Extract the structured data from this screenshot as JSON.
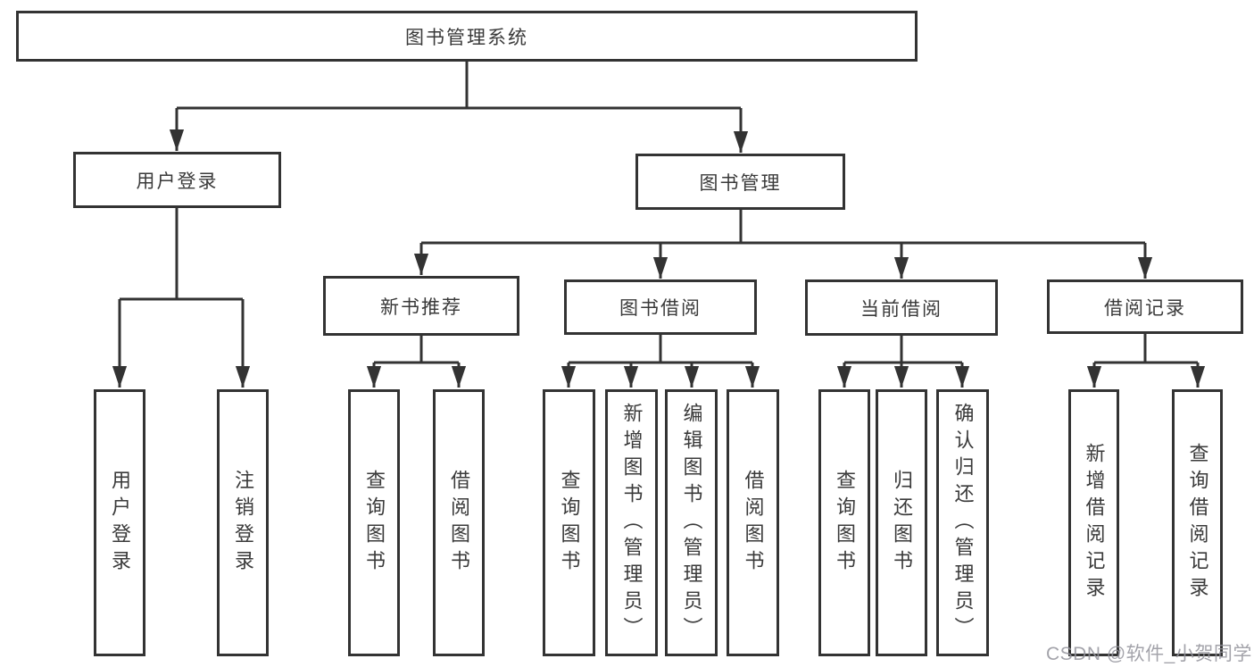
{
  "colors": {
    "line": "#333333",
    "box_border": "#333333",
    "box_bg": "#ffffff",
    "text": "#3a3a3a",
    "watermark": "#94949c"
  },
  "watermark": {
    "text": "CSDN @软件_小贺同学"
  },
  "tree": {
    "label": "图书管理系统",
    "children": [
      {
        "label": "用户登录",
        "children": [
          {
            "label": "用户登录"
          },
          {
            "label": "注销登录"
          }
        ]
      },
      {
        "label": "图书管理",
        "children": [
          {
            "label": "新书推荐",
            "children": [
              {
                "label": "查询图书"
              },
              {
                "label": "借阅图书"
              }
            ]
          },
          {
            "label": "图书借阅",
            "children": [
              {
                "label": "查询图书"
              },
              {
                "label": "新增图书（管理员）"
              },
              {
                "label": "编辑图书（管理员）"
              },
              {
                "label": "借阅图书"
              }
            ]
          },
          {
            "label": "当前借阅",
            "children": [
              {
                "label": "查询图书"
              },
              {
                "label": "归还图书"
              },
              {
                "label": "确认归还（管理员）"
              }
            ]
          },
          {
            "label": "借阅记录",
            "children": [
              {
                "label": "新增借阅记录"
              },
              {
                "label": "查询借阅记录"
              }
            ]
          }
        ]
      }
    ]
  }
}
